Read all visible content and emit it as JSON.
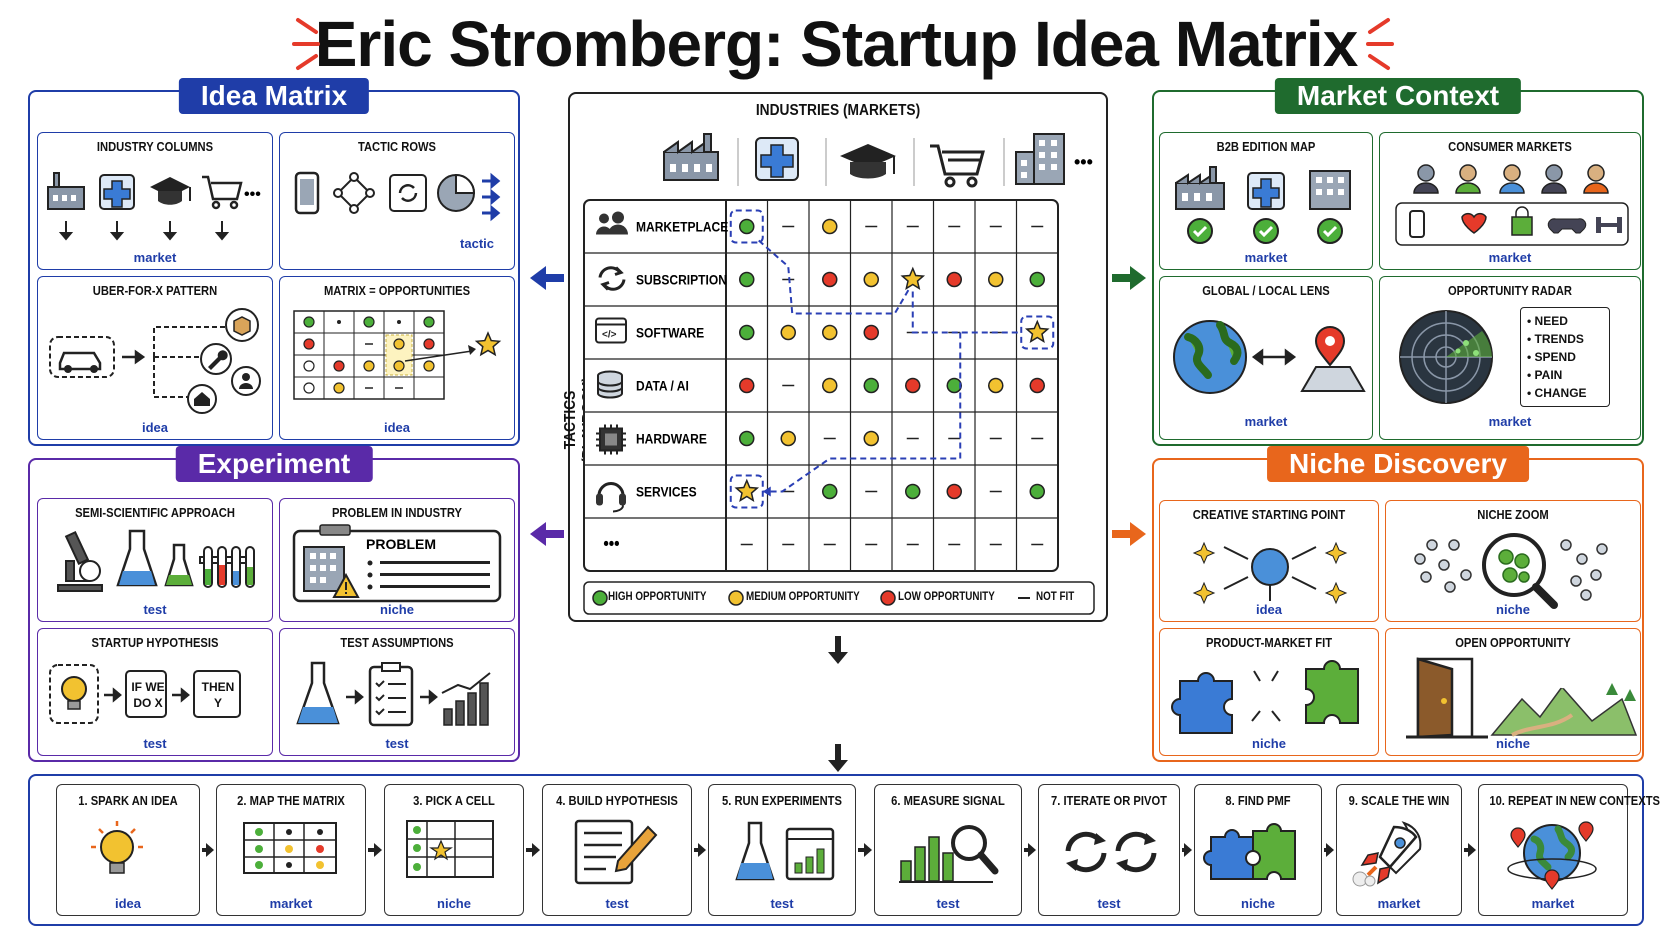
{
  "title": "Eric Stromberg: Startup Idea Matrix",
  "colors": {
    "idea": "#1f3da8",
    "experiment": "#5a2aa8",
    "market": "#1f6b2e",
    "niche": "#e8661c",
    "high": "#4caf3a",
    "medium": "#f2c230",
    "low": "#e53a2a",
    "path": "#2a3fb5"
  },
  "idea_matrix": {
    "title": "Idea Matrix",
    "cards": [
      {
        "title": "INDUSTRY COLUMNS",
        "tag": "market",
        "icons": [
          "factory-icon",
          "medical-icon",
          "graduation-cap-icon",
          "shopping-cart-icon"
        ]
      },
      {
        "title": "TACTIC ROWS",
        "tag": "tactic",
        "icons": [
          "phone-icon",
          "network-icon",
          "refresh-icon",
          "pie-chart-icon"
        ]
      },
      {
        "title": "UBER-FOR-X PATTERN",
        "tag": "idea",
        "icons": [
          "car-icon",
          "box-icon",
          "wrench-icon",
          "house-icon",
          "person-icon"
        ]
      },
      {
        "title": "MATRIX = OPPORTUNITIES",
        "tag": "idea",
        "icons": [
          "star-icon"
        ]
      }
    ]
  },
  "experiment": {
    "title": "Experiment",
    "cards": [
      {
        "title": "SEMI-SCIENTIFIC APPROACH",
        "tag": "test",
        "icons": [
          "microscope-icon",
          "flask-icon",
          "test-tubes-icon"
        ]
      },
      {
        "title": "PROBLEM IN INDUSTRY",
        "tag": "niche",
        "label": "PROBLEM",
        "icons": [
          "clipboard-icon",
          "building-icon",
          "warning-icon"
        ]
      },
      {
        "title": "STARTUP HYPOTHESIS",
        "tag": "test",
        "if_text": "IF WE DO X",
        "then_text": "THEN Y",
        "icons": [
          "lightbulb-icon"
        ]
      },
      {
        "title": "TEST ASSUMPTIONS",
        "tag": "test",
        "icons": [
          "flask-icon",
          "checklist-icon",
          "bar-chart-icon"
        ]
      }
    ]
  },
  "market_context": {
    "title": "Market Context",
    "cards": [
      {
        "title": "B2B EDITION MAP",
        "tag": "market",
        "icons": [
          "factory-icon",
          "medical-icon",
          "building-icon",
          "check-icon"
        ]
      },
      {
        "title": "CONSUMER MARKETS",
        "tag": "market",
        "icons": [
          "person-icon",
          "phone-icon",
          "heart-icon",
          "bag-icon",
          "gamepad-icon",
          "dumbbell-icon"
        ]
      },
      {
        "title": "GLOBAL / LOCAL LENS",
        "tag": "market",
        "icons": [
          "globe-icon",
          "map-pin-icon"
        ]
      },
      {
        "title": "OPPORTUNITY RADAR",
        "tag": "market",
        "list": [
          "NEED",
          "TRENDS",
          "SPEND",
          "PAIN",
          "CHANGE"
        ],
        "icons": [
          "radar-icon"
        ]
      }
    ]
  },
  "niche_discovery": {
    "title": "Niche Discovery",
    "cards": [
      {
        "title": "CREATIVE STARTING POINT",
        "tag": "idea",
        "icons": [
          "sparkle-icon"
        ]
      },
      {
        "title": "NICHE ZOOM",
        "tag": "niche",
        "icons": [
          "magnifier-icon"
        ]
      },
      {
        "title": "PRODUCT-MARKET FIT",
        "tag": "niche",
        "icons": [
          "puzzle-icon"
        ]
      },
      {
        "title": "OPEN OPPORTUNITY",
        "tag": "niche",
        "icons": [
          "door-icon",
          "landscape-icon"
        ]
      }
    ]
  },
  "matrix": {
    "top_label": "INDUSTRIES (MARKETS)",
    "side_label": "TACTICS (PLAYBOOK)",
    "industry_icons": [
      "factory-icon",
      "medical-icon",
      "graduation-cap-icon",
      "shopping-cart-icon",
      "buildings-icon",
      "more-icon"
    ],
    "rows": [
      {
        "label": "MARKETPLACE",
        "icon": "people-icon",
        "cells": [
          "H",
          "-",
          "M",
          "-",
          "-",
          "-",
          "-",
          "-"
        ]
      },
      {
        "label": "SUBSCRIPTION",
        "icon": "refresh-icon",
        "cells": [
          "H",
          "-",
          "L",
          "M",
          "S",
          "L",
          "M",
          "H"
        ]
      },
      {
        "label": "SOFTWARE",
        "icon": "code-icon",
        "cells": [
          "H",
          "M",
          "M",
          "L",
          "-",
          "-",
          "-",
          "S"
        ]
      },
      {
        "label": "DATA / AI",
        "icon": "database-icon",
        "cells": [
          "L",
          "-",
          "M",
          "H",
          "L",
          "H",
          "M",
          "L"
        ]
      },
      {
        "label": "HARDWARE",
        "icon": "chip-icon",
        "cells": [
          "H",
          "M",
          "-",
          "M",
          "-",
          "-",
          "-",
          "-"
        ]
      },
      {
        "label": "SERVICES",
        "icon": "headset-icon",
        "cells": [
          "S",
          "-",
          "H",
          "-",
          "H",
          "L",
          "-",
          "H"
        ]
      },
      {
        "label": "•••",
        "icon": "",
        "cells": [
          "-",
          "-",
          "-",
          "-",
          "-",
          "-",
          "-",
          "-"
        ]
      }
    ],
    "legend": [
      "HIGH OPPORTUNITY",
      "MEDIUM OPPORTUNITY",
      "LOW OPPORTUNITY",
      "NOT FIT"
    ]
  },
  "steps": [
    {
      "label": "1. SPARK AN IDEA",
      "tag": "idea",
      "icon": "lightbulb-icon"
    },
    {
      "label": "2. MAP THE MATRIX",
      "tag": "market",
      "icon": "grid-icon"
    },
    {
      "label": "3. PICK A CELL",
      "tag": "niche",
      "icon": "grid-star-icon"
    },
    {
      "label": "4. BUILD HYPOTHESIS",
      "tag": "test",
      "icon": "document-pen-icon"
    },
    {
      "label": "5. RUN EXPERIMENTS",
      "tag": "test",
      "icon": "flask-chart-icon"
    },
    {
      "label": "6. MEASURE SIGNAL",
      "tag": "test",
      "icon": "magnifier-chart-icon"
    },
    {
      "label": "7. ITERATE OR PIVOT",
      "tag": "test",
      "icon": "cycle-icon"
    },
    {
      "label": "8. FIND PMF",
      "tag": "niche",
      "icon": "puzzle-icon"
    },
    {
      "label": "9. SCALE THE WIN",
      "tag": "market",
      "icon": "rocket-icon"
    },
    {
      "label": "10. REPEAT IN NEW CONTEXTS",
      "tag": "market",
      "icon": "globe-pins-icon"
    }
  ]
}
